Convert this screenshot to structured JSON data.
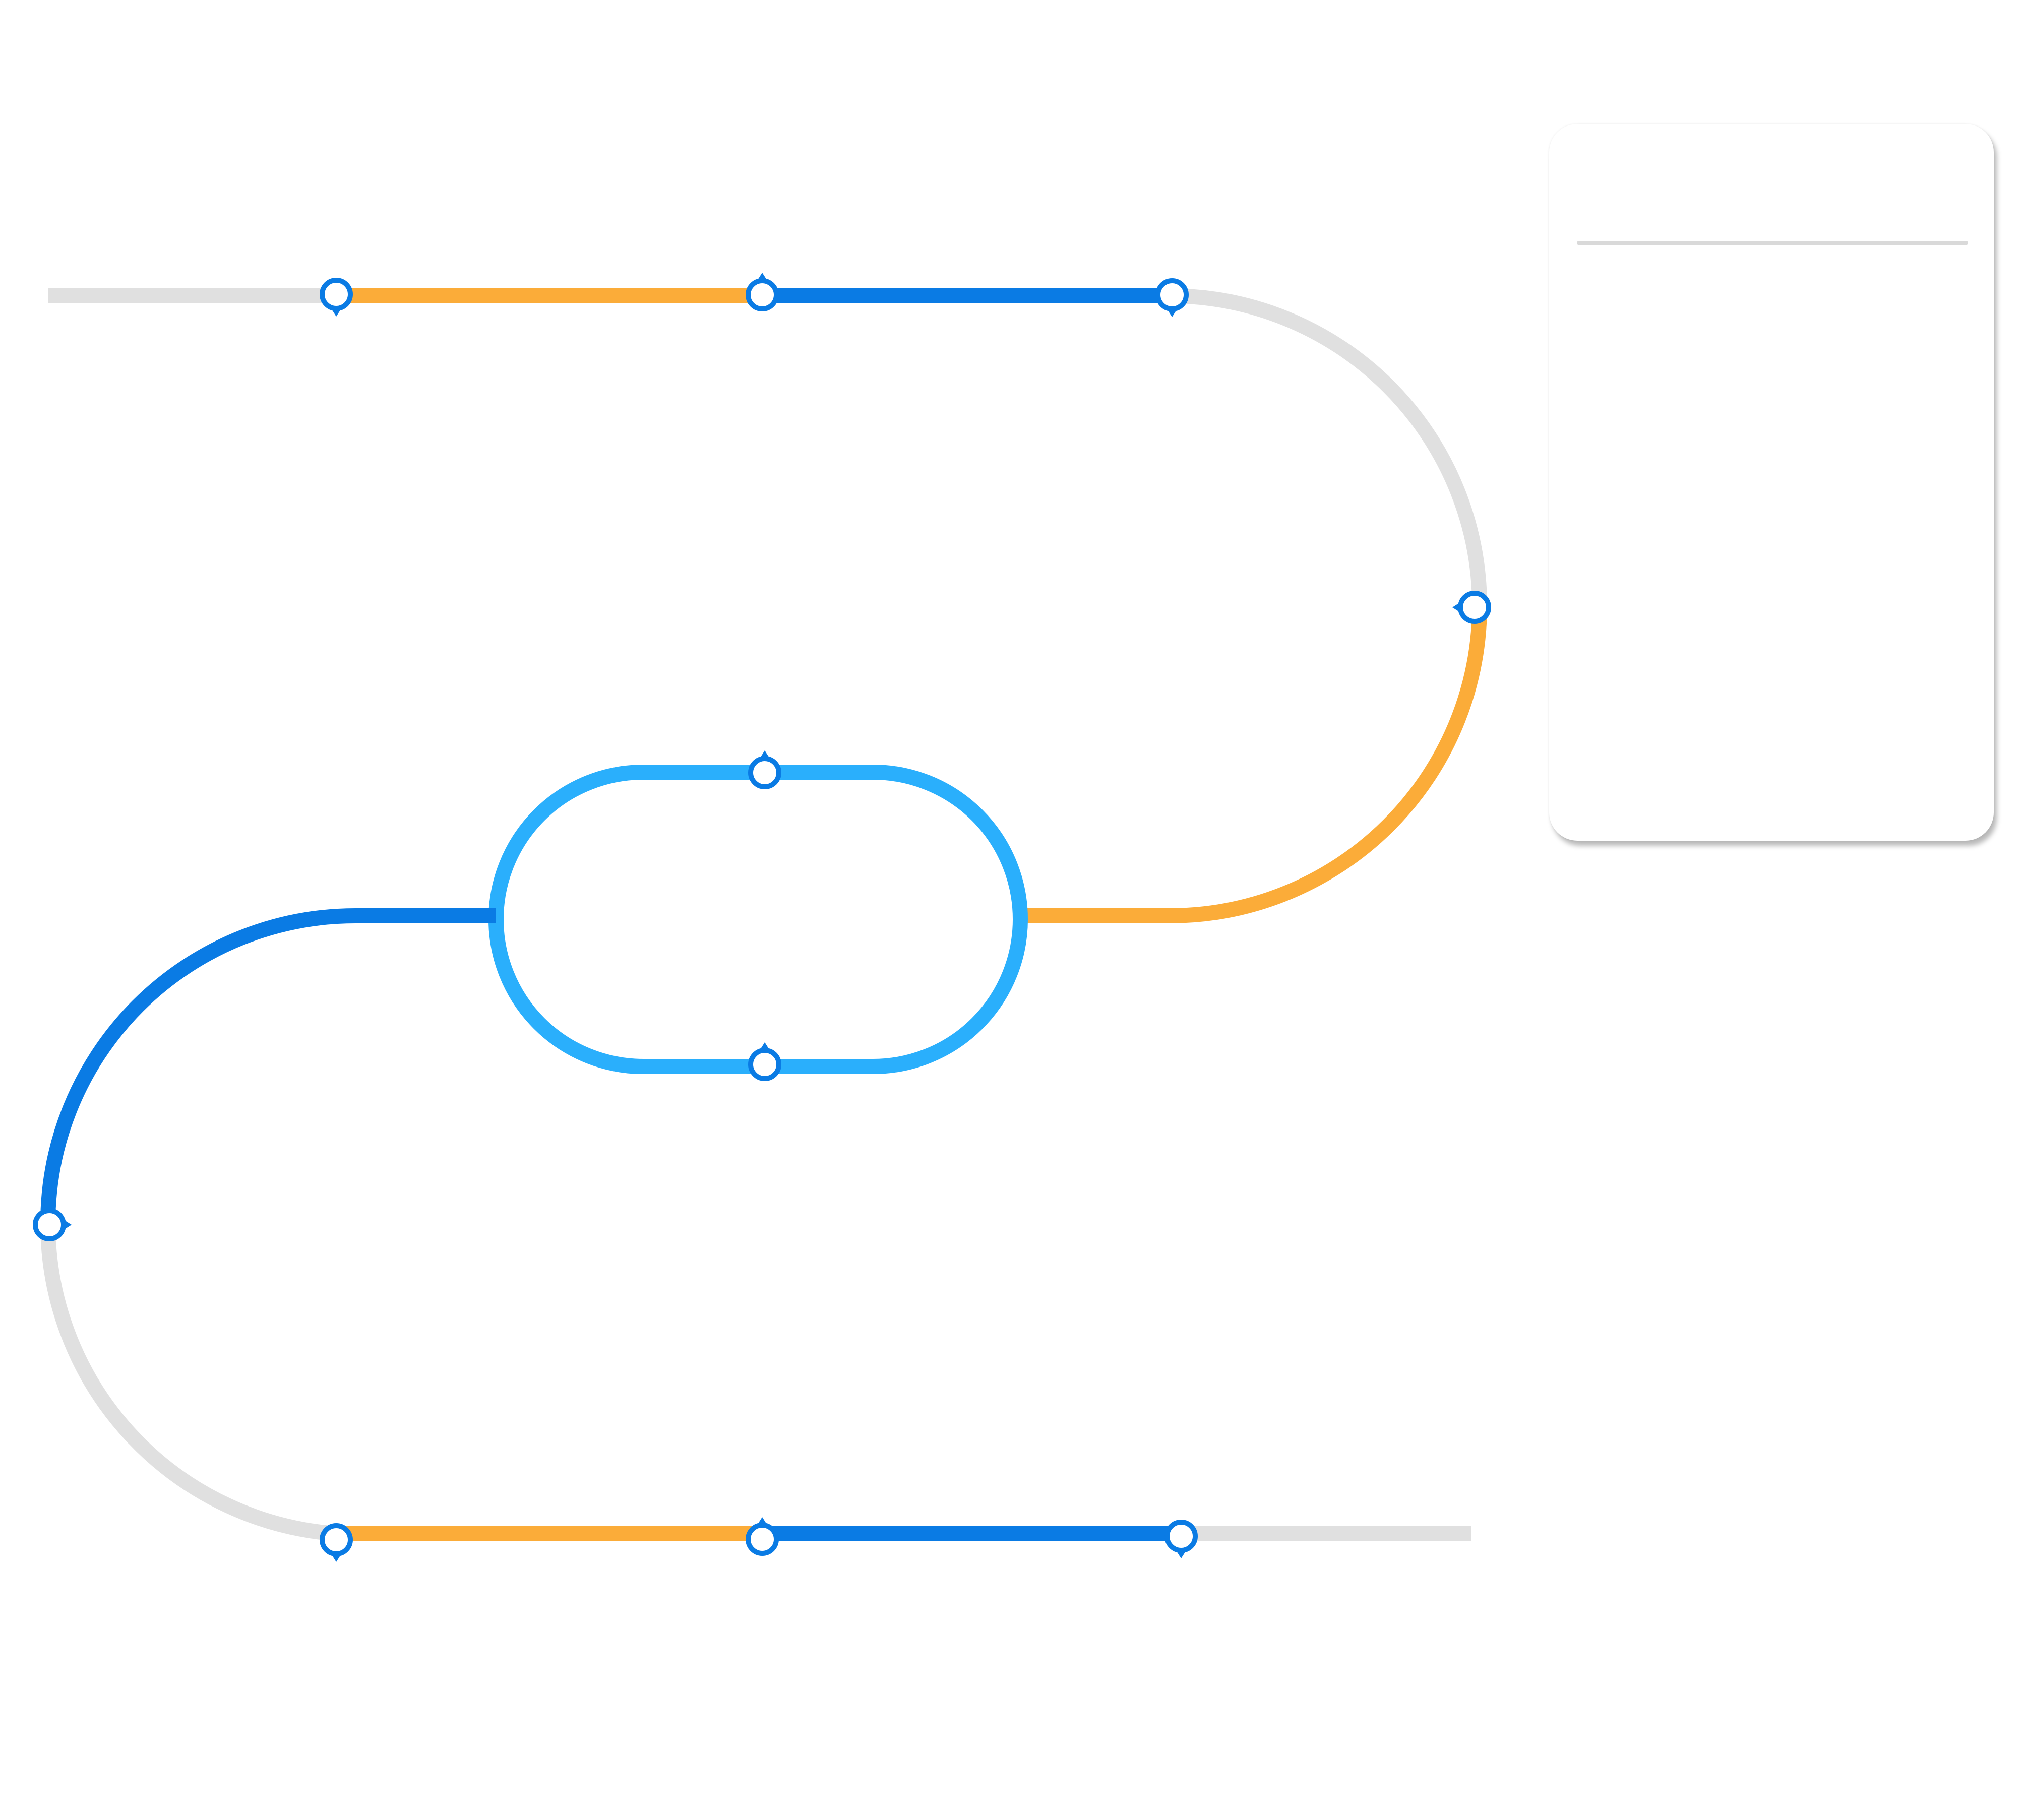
{
  "colors": {
    "inactive": "#e0e0e0",
    "orange": "#fbac39",
    "blue": "#0a7be4",
    "light_blue": "#2aaffc",
    "station_ring": "#0a7be4",
    "station_fill": "#ffffff"
  },
  "track_segments": [
    {
      "id": "start-stub",
      "color": "inactive"
    },
    {
      "id": "top-segment-1",
      "color": "orange"
    },
    {
      "id": "top-segment-2",
      "color": "blue"
    },
    {
      "id": "right-upper-curve",
      "color": "inactive"
    },
    {
      "id": "right-lower-curve",
      "color": "orange"
    },
    {
      "id": "middle-loop",
      "color": "light_blue"
    },
    {
      "id": "left-upper-curve",
      "color": "blue"
    },
    {
      "id": "left-lower-curve",
      "color": "inactive"
    },
    {
      "id": "bottom-segment-1",
      "color": "orange"
    },
    {
      "id": "bottom-segment-2",
      "color": "blue"
    },
    {
      "id": "end-stub",
      "color": "inactive"
    }
  ],
  "stations": [
    {
      "id": "station-top-1",
      "pin": "down"
    },
    {
      "id": "station-top-2",
      "pin": "up"
    },
    {
      "id": "station-top-3",
      "pin": "down"
    },
    {
      "id": "station-right",
      "pin": "left"
    },
    {
      "id": "station-loop-top",
      "pin": "up"
    },
    {
      "id": "station-loop-bottom",
      "pin": "up"
    },
    {
      "id": "station-left",
      "pin": "right"
    },
    {
      "id": "station-bottom-1",
      "pin": "down"
    },
    {
      "id": "station-bottom-2",
      "pin": "up"
    },
    {
      "id": "station-bottom-3",
      "pin": "down"
    }
  ],
  "info_card": {
    "title": "",
    "body": ""
  }
}
